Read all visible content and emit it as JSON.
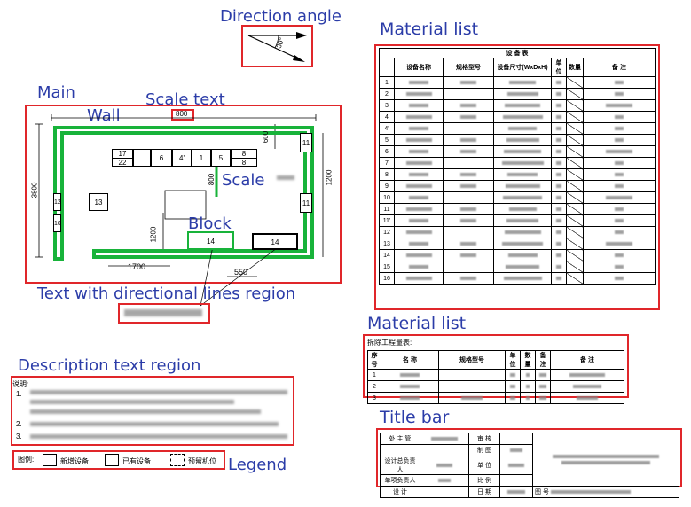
{
  "labels": {
    "direction_angle": "Direction angle",
    "material_list_top": "Material list",
    "main": "Main",
    "scale_text": "Scale text",
    "wall": "Wall",
    "scale": "Scale",
    "block": "Block",
    "text_directional": "Text with directional lines region",
    "material_list_bottom": "Material list",
    "description": "Description text region",
    "title_bar": "Title bar",
    "legend": "Legend"
  },
  "compass": {
    "angle": "30°"
  },
  "plan": {
    "scale_value": "800",
    "dims": {
      "left": "3800",
      "right": "1200",
      "top_right": "600",
      "scale_vert": "800",
      "center_vert": "1200",
      "bottom_left": "1700",
      "bottom_right": "550"
    },
    "row_blocks": [
      "17",
      "22",
      "6",
      "4'",
      "1",
      "5",
      "8",
      "8"
    ],
    "blocks": {
      "b13": "13",
      "b12": "12",
      "b10": "10",
      "b11a": "11",
      "b11b": "11",
      "block14_green": "14",
      "block14_black": "14"
    }
  },
  "material_table": {
    "title": "设 备 表",
    "headers": [
      "",
      "设备名称",
      "规格型号",
      "设备尺寸(WxDxH)",
      "单位",
      "数量",
      "备 注"
    ],
    "rows": [
      "1",
      "2",
      "3",
      "4",
      "4'",
      "5",
      "6",
      "7",
      "8",
      "9",
      "10",
      "11",
      "11'",
      "12",
      "13",
      "14",
      "15",
      "16"
    ]
  },
  "removal_table": {
    "title": "拆除工程量表:",
    "headers": [
      "序号",
      "名 称",
      "规格型号",
      "单位",
      "数量",
      "备注",
      "备 注"
    ],
    "rows": [
      "1",
      "2",
      "3"
    ]
  },
  "description": {
    "heading": "说明:",
    "items": [
      "1.",
      "2.",
      "3."
    ]
  },
  "legend": {
    "title": "图例:",
    "items": [
      "新增设备",
      "已有设备",
      "预留机位"
    ]
  },
  "title_block": {
    "left_labels": [
      "处 主 管",
      "设计总负责人",
      "单项负责人",
      "设 计"
    ],
    "mid_labels": [
      "审 核",
      "制 图",
      "单 位",
      "比 例",
      "日 期"
    ],
    "drawing_no": "图 号"
  },
  "colors": {
    "label": "#2b3ca8",
    "box": "#e0262a",
    "wall": "#18b33a"
  }
}
